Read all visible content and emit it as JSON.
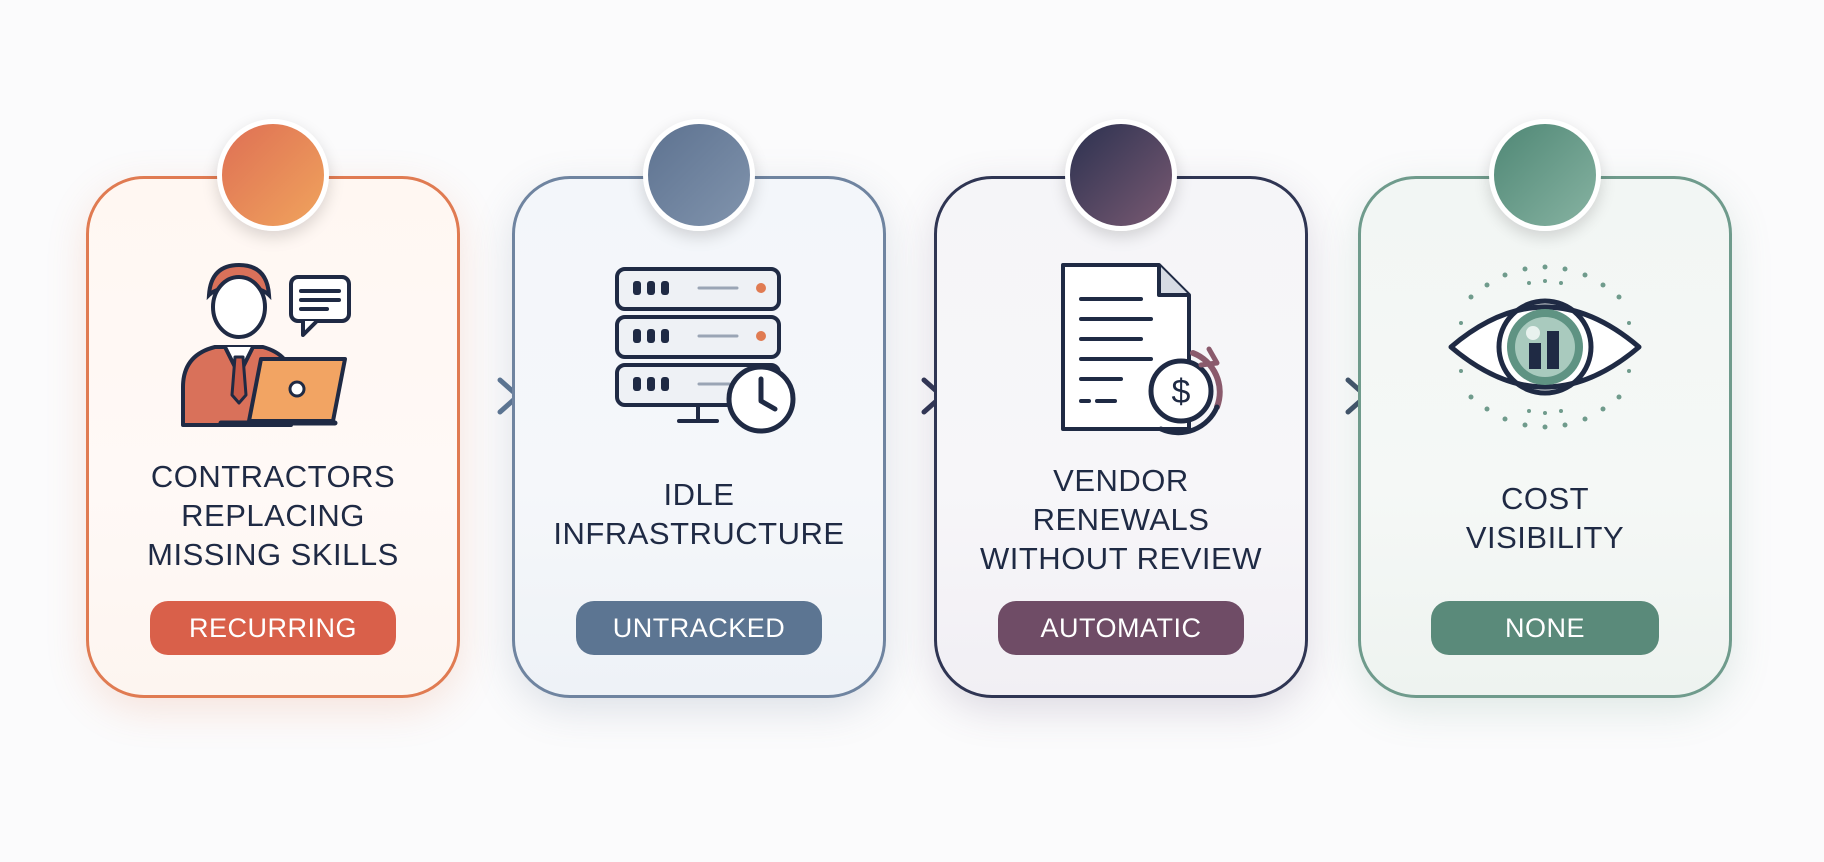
{
  "steps": [
    {
      "title": "CONTRACTORS\nREPLACING\nMISSING SKILLS",
      "badge": "RECURRING",
      "icon": "contractor-laptop-icon"
    },
    {
      "title": "IDLE\nINFRASTRUCTURE",
      "badge": "UNTRACKED",
      "icon": "server-clock-icon"
    },
    {
      "title": "VENDOR\nRENEWALS\nWITHOUT REVIEW",
      "badge": "AUTOMATIC",
      "icon": "document-renewal-icon"
    },
    {
      "title": "COST\nVISIBILITY",
      "badge": "NONE",
      "icon": "eye-chart-icon"
    }
  ],
  "colors": {
    "step1": "#d9604a",
    "step2": "#5c7592",
    "step3": "#6f4c66",
    "step4": "#5a8a7a",
    "text": "#1f2a44"
  }
}
